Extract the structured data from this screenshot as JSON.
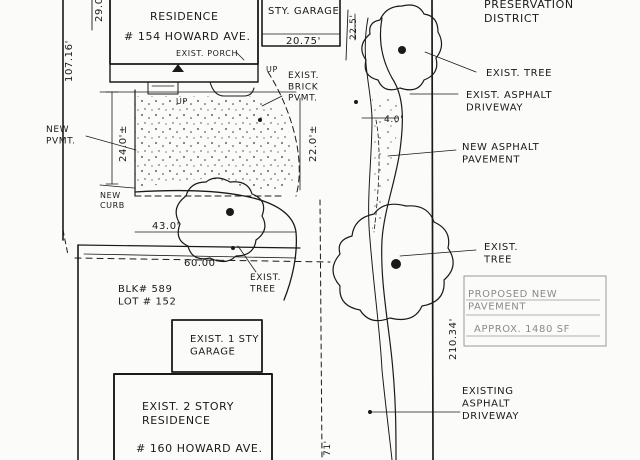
{
  "sheet": {
    "labels": {
      "residence_top": "RESIDENCE",
      "address_top": "# 154 HOWARD AVE.",
      "exist_porch": "EXIST. PORCH",
      "garage_top": "STY. GARAGE",
      "dim_garage_width": "20.75'",
      "dim_side_29": "29.0'",
      "dim_lot_depth": "107.16'",
      "dim_22_5": "22.5'",
      "preservation_district": "PRESERVATION\nDISTRICT",
      "exist_tree_1": "EXIST. TREE",
      "exist_asphalt_driveway": "EXIST. ASPHALT\nDRIVEWAY",
      "dim_4_0": "4.0'",
      "up_porch": "UP",
      "up_step": "UP",
      "exist_brick_pvmt": "EXIST.\nBRICK\nPVMT.",
      "new_pvmt": "NEW\nPVMT.",
      "dim_24_0": "24.0'±",
      "dim_22_0": "22.0'±",
      "new_asphalt_pavement": "NEW ASPHALT\nPAVEMENT",
      "new_curb": "NEW\nCURB",
      "dim_43_0": "43.0'",
      "dim_60_00": "60.00'",
      "exist_tree_2": "EXIST.\nTREE",
      "exist_tree_3": "EXIST.\nTREE",
      "blk_lot": "BLK# 589\nLOT # 152",
      "proposed_new_pavement": "PROPOSED NEW\nPAVEMENT",
      "approx_area": "APPROX. 1480 SF",
      "dim_210_34": "210.34'",
      "garage_bottom": "EXIST. 1 STY\nGARAGE",
      "residence_bottom": "EXIST. 2 STORY\nRESIDENCE",
      "address_bottom": "# 160 HOWARD AVE.",
      "existing_asphalt_driveway": "EXISTING\nASPHALT\nDRIVEWAY",
      "dim_bottom_fragment": "71'"
    }
  }
}
